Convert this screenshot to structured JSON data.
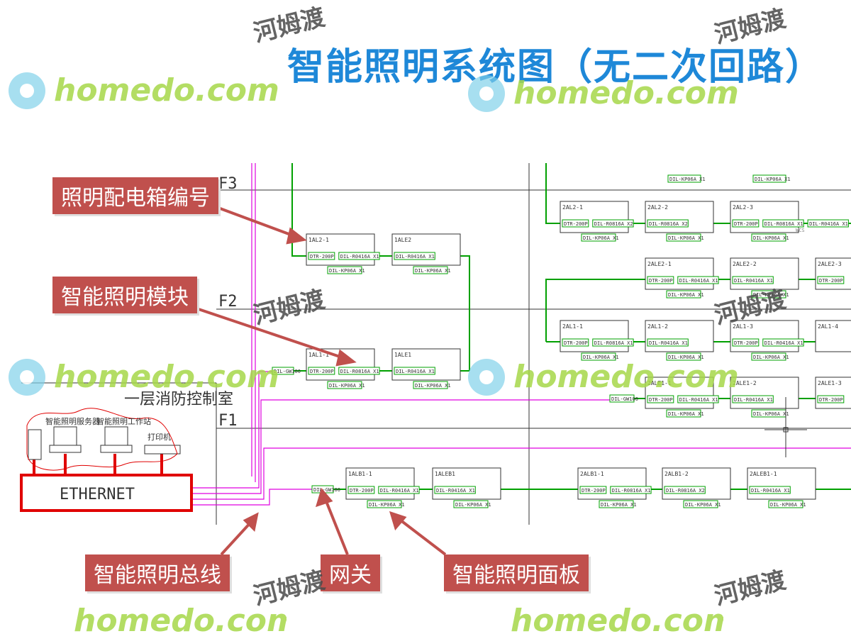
{
  "title": "智能照明系统图（无二次回路）",
  "floors": [
    "F3",
    "F2",
    "F1"
  ],
  "control_room": {
    "name": "一层消防控制室",
    "server_label": "智能照明服务器",
    "workstation_label": "智能照明工作站",
    "printer_label": "打印机",
    "network_label": "ETHERNET"
  },
  "callouts": {
    "box_number": "照明配电箱编号",
    "module": "智能照明模块",
    "bus": "智能照明总线",
    "gateway": "网关",
    "panel": "智能照明面板"
  },
  "boxes": [
    {
      "id": "1AL2-1",
      "modules": [
        "DTR-200P",
        "DIL-R0416A X1"
      ],
      "panel": "DIL-KP06A X1"
    },
    {
      "id": "1ALE2",
      "modules": [
        "DIL-R0416A X1"
      ],
      "panel": "DIL-KP06A X1"
    },
    {
      "id": "1AL1-1",
      "modules": [
        "DTR-200P",
        "DIL-R0816A X1"
      ],
      "panel": "DIL-KP06A X1"
    },
    {
      "id": "1ALE1",
      "modules": [
        "DIL-R0416A X1"
      ],
      "panel": "DIL-KP06A X1"
    },
    {
      "id": "1ALB1-1",
      "modules": [
        "DTR-200P",
        "DIL-R0416A X1"
      ],
      "panel": "DIL-KP06A X1"
    },
    {
      "id": "1ALEB1",
      "modules": [
        "DIL-R0416A X1"
      ],
      "panel": "DIL-KP06A X1"
    },
    {
      "id": "2AL2-1",
      "modules": [
        "DTR-200P",
        "DIL-R0816A X2"
      ],
      "panel": "DIL-KP06A X1"
    },
    {
      "id": "2AL2-2",
      "modules": [
        "DIL-R0816A X2"
      ],
      "panel": "DIL-KP06A X1"
    },
    {
      "id": "2AL2-3",
      "modules": [
        "DTR-200P",
        "DIL-R0816A X1",
        "DIL-R0416A X1"
      ],
      "panel": "DIL-KP06A X1"
    },
    {
      "id": "2ALE2-1",
      "modules": [
        "DTR-200P",
        "DIL-R0416A X1"
      ],
      "panel": "DIL-KP06A X1"
    },
    {
      "id": "2ALE2-2",
      "modules": [
        "DIL-R0416A X1"
      ],
      "panel": "DIL-KP06A X1"
    },
    {
      "id": "2ALE2-3",
      "modules": [
        "DTR-200P"
      ],
      "panel": ""
    },
    {
      "id": "2AL1-1",
      "modules": [
        "DTR-200P",
        "DIL-R0816A X1"
      ],
      "panel": "DIL-KP06A X1"
    },
    {
      "id": "2AL1-2",
      "modules": [
        "DIL-R0416A X1"
      ],
      "panel": "DIL-KP06A X1"
    },
    {
      "id": "2AL1-3",
      "modules": [
        "DTR-200P",
        "DIL-R0416A X1"
      ],
      "panel": "DIL-KP06A X1"
    },
    {
      "id": "2AL1-4",
      "modules": [],
      "panel": ""
    },
    {
      "id": "2ALE1-1",
      "modules": [
        "DTR-200P",
        "DIL-R0416A X1"
      ],
      "panel": "DIL-KP06A X1"
    },
    {
      "id": "2ALE1-2",
      "modules": [
        "DIL-R0416A X1"
      ],
      "panel": "DIL-KP06A X1"
    },
    {
      "id": "2ALE1-3",
      "modules": [
        "DTR-200P"
      ],
      "panel": ""
    },
    {
      "id": "2ALB1-1",
      "modules": [
        "DTR-200P",
        "DIL-R0816A X1"
      ],
      "panel": "DIL-KP06A X1"
    },
    {
      "id": "2ALB1-2",
      "modules": [
        "DIL-R0816A X2"
      ],
      "panel": "DIL-KP06A X1"
    },
    {
      "id": "2ALEB1-1",
      "modules": [
        "DIL-R0416A X1"
      ],
      "panel": "DIL-KP06A X1"
    }
  ],
  "gateways": [
    "DIL-GW100",
    "DIL-GW100",
    "DIL-GW100"
  ],
  "top_row_panels": [
    "DIL-KP06A X1",
    "DIL-KP06A X1"
  ],
  "side_labels": [
    "WCS"
  ],
  "watermark": {
    "logo_text": "homedo.com",
    "chinese": "河姆渡"
  },
  "colors": {
    "title": "#1e88d8",
    "callout": "#c0504d",
    "bus": "#00a000",
    "network": "#e000e0",
    "ethernet": "#e00000",
    "grid": "#333333"
  }
}
